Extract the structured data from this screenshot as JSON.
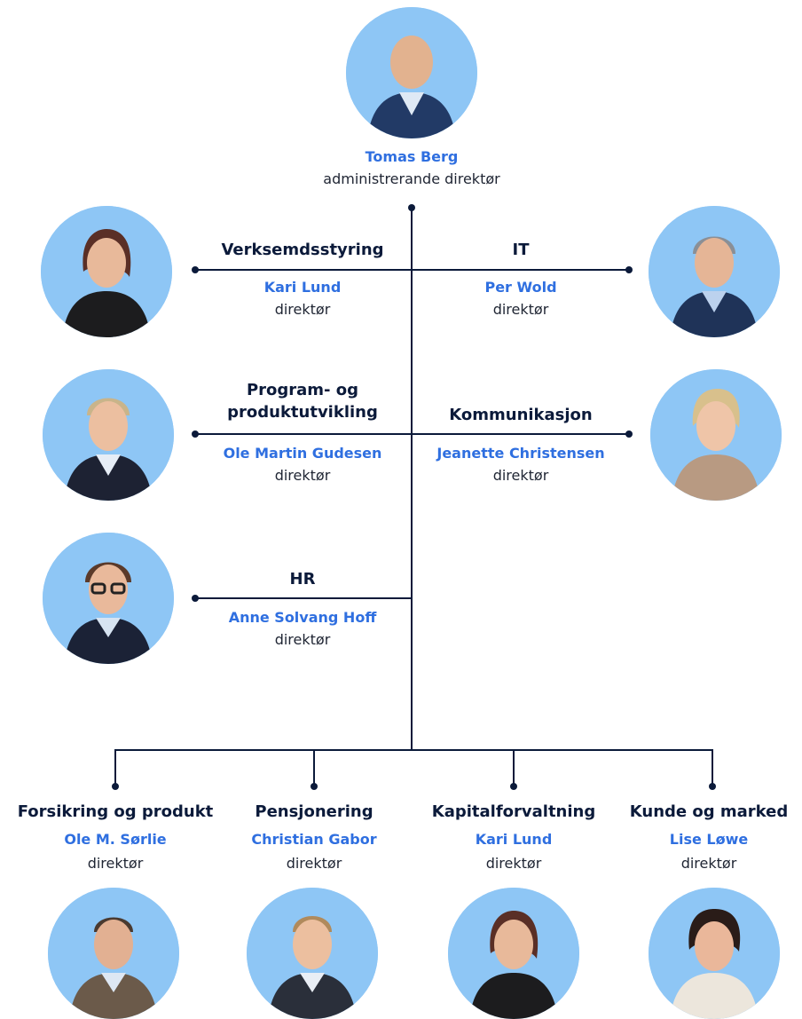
{
  "ceo": {
    "name": "Tomas Berg",
    "role": "administrerande direktør"
  },
  "units": {
    "verksemdsstyring": {
      "dept": "Verksemdsstyring",
      "name": "Kari Lund",
      "role": "direktør"
    },
    "it": {
      "dept": "IT",
      "name": "Per Wold",
      "role": "direktør"
    },
    "program": {
      "dept_line1": "Program- og",
      "dept_line2": "produktutvikling",
      "name": "Ole Martin Gudesen",
      "role": "direktør"
    },
    "kommunikasjon": {
      "dept": "Kommunikasjon",
      "name": "Jeanette Christensen",
      "role": "direktør"
    },
    "hr": {
      "dept": "HR",
      "name": "Anne Solvang Hoff",
      "role": "direktør"
    },
    "forsikring": {
      "dept": "Forsikring og produkt",
      "name": "Ole M. Sørlie",
      "role": "direktør"
    },
    "pensjonering": {
      "dept": "Pensjonering",
      "name": "Christian Gabor",
      "role": "direktør"
    },
    "kapital": {
      "dept": "Kapitalforvaltning",
      "name": "Kari Lund",
      "role": "direktør"
    },
    "kunde": {
      "dept": "Kunde og marked",
      "name": "Lise Løwe",
      "role": "direktør"
    }
  },
  "colors": {
    "line": "#0b1a3a",
    "name": "#2f6fe0",
    "avatar_bg": "#8ec6f5"
  }
}
